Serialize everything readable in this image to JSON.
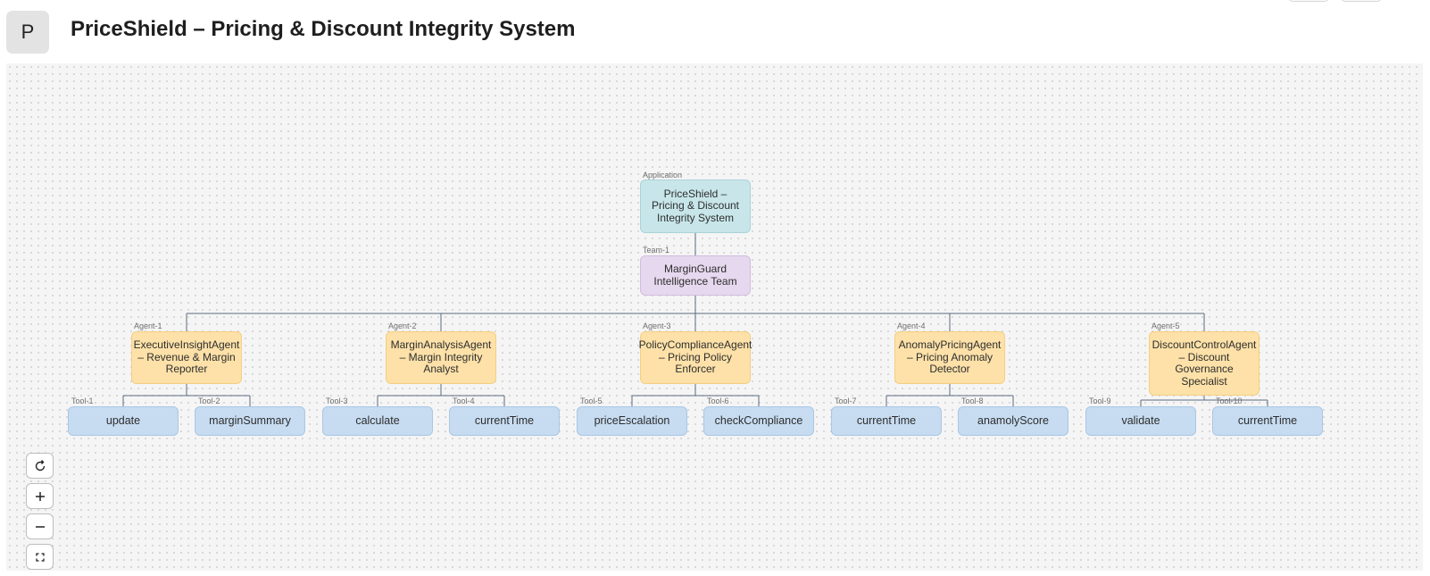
{
  "header": {
    "avatar_letter": "P",
    "title": "PriceShield – Pricing & Discount Integrity System"
  },
  "diagram": {
    "application": {
      "tag": "Application",
      "label": "PriceShield – Pricing & Discount Integrity System"
    },
    "team": {
      "tag": "Team-1",
      "label": "MarginGuard Intelligence Team"
    },
    "agents": [
      {
        "tag": "Agent-1",
        "label": "ExecutiveInsightAgent – Revenue & Margin Reporter"
      },
      {
        "tag": "Agent-2",
        "label": "MarginAnalysisAgent – Margin Integrity Analyst"
      },
      {
        "tag": "Agent-3",
        "label": "PolicyComplianceAgent – Pricing Policy Enforcer"
      },
      {
        "tag": "Agent-4",
        "label": "AnomalyPricingAgent – Pricing Anomaly Detector"
      },
      {
        "tag": "Agent-5",
        "label": "DiscountControlAgent – Discount Governance Specialist"
      }
    ],
    "tools": [
      {
        "tag": "Tool-1",
        "label": "update"
      },
      {
        "tag": "Tool-2",
        "label": "marginSummary"
      },
      {
        "tag": "Tool-3",
        "label": "calculate"
      },
      {
        "tag": "Tool-4",
        "label": "currentTime"
      },
      {
        "tag": "Tool-5",
        "label": "priceEscalation"
      },
      {
        "tag": "Tool-6",
        "label": "checkCompliance"
      },
      {
        "tag": "Tool-7",
        "label": "currentTime"
      },
      {
        "tag": "Tool-8",
        "label": "anamolyScore"
      },
      {
        "tag": "Tool-9",
        "label": "validate"
      },
      {
        "tag": "Tool-10",
        "label": "currentTime"
      }
    ]
  },
  "controls": [
    "refresh-icon",
    "zoom-in-icon",
    "zoom-out-icon",
    "fit-view-icon",
    "lock-icon"
  ],
  "colors": {
    "application": "#c8e6ea",
    "team": "#e6d8ee",
    "agent": "#fde1a8",
    "tool": "#c7dcf1",
    "edge": "#5a6a80"
  }
}
